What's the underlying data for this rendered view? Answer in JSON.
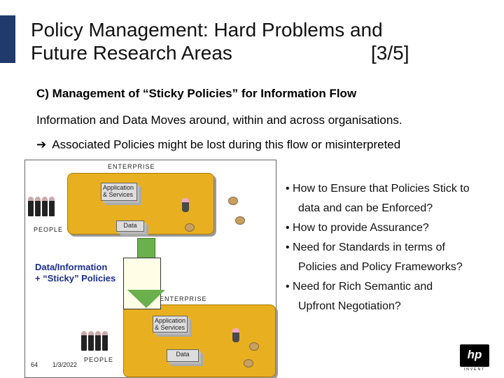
{
  "title": {
    "line1": "Policy Management: Hard Problems and",
    "line2": "Future Research Areas",
    "number": "[3/5]"
  },
  "section_heading": "C) Management of “Sticky Policies” for Information Flow",
  "paragraph1": "Information and Data Moves around, within and across organisations.",
  "paragraph2": {
    "arrow": "➔",
    "text": "Associated Policies might be lost during this flow or misinterpreted"
  },
  "diagram": {
    "enterprise_top": "ENTERPRISE",
    "app_services_top": "Application & Services",
    "data_top": "Data",
    "people_top": "PEOPLE",
    "sticky_label_line1": "Data/Information",
    "sticky_label_line2": "+ “Sticky” Policies",
    "enterprise_bottom": "ENTERPRISE",
    "app_services_bottom": "Application & Services",
    "people_bottom": "PEOPLE",
    "data_bottom": "Data"
  },
  "bullets": [
    {
      "line1": "• How to Ensure that Policies Stick to",
      "line2": "data and can be Enforced?"
    },
    {
      "line1": "• How to provide Assurance?",
      "line2": ""
    },
    {
      "line1": "• Need for Standards in terms of",
      "line2": "Policies and Policy Frameworks?"
    },
    {
      "line1": "• Need for Rich Semantic and",
      "line2": "Upfront Negotiation?"
    }
  ],
  "footer": {
    "page": "64",
    "date": "1/3/2022"
  },
  "logo": {
    "text": "hp",
    "subtext": "INVENT"
  },
  "colors": {
    "enterprise_fill": "#e8b020",
    "arrow": "#6ab04c",
    "sticky_label": "#1c2f8c",
    "title_bar": "#1f3a6b"
  }
}
